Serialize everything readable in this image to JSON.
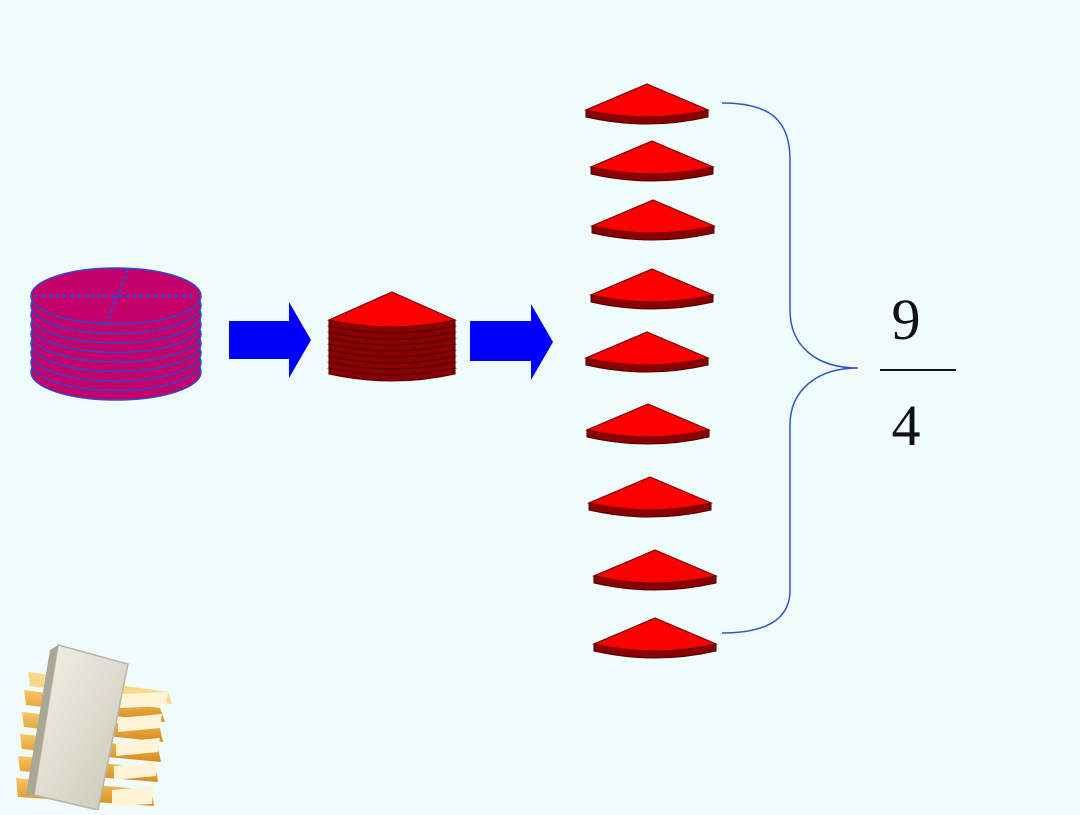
{
  "slide": {
    "background": "#f0fbfc",
    "fraction": {
      "numerator": "9",
      "denominator": "4"
    },
    "colors": {
      "disc": "#c4006a",
      "disc_edge": "#2a4bd0",
      "cut_line": "#1f4fe0",
      "sector_top": "#ff0000",
      "sector_side": "#8a0000",
      "arrow": "#0000ff",
      "brace": "#3355cc"
    },
    "disc_stack": {
      "count": 9,
      "pieces_per_disc": 4
    },
    "sector_stack": {
      "count": 9
    },
    "separated_pieces": {
      "count": 9
    },
    "icons": [
      "arrow-right-icon",
      "books-icon"
    ]
  }
}
